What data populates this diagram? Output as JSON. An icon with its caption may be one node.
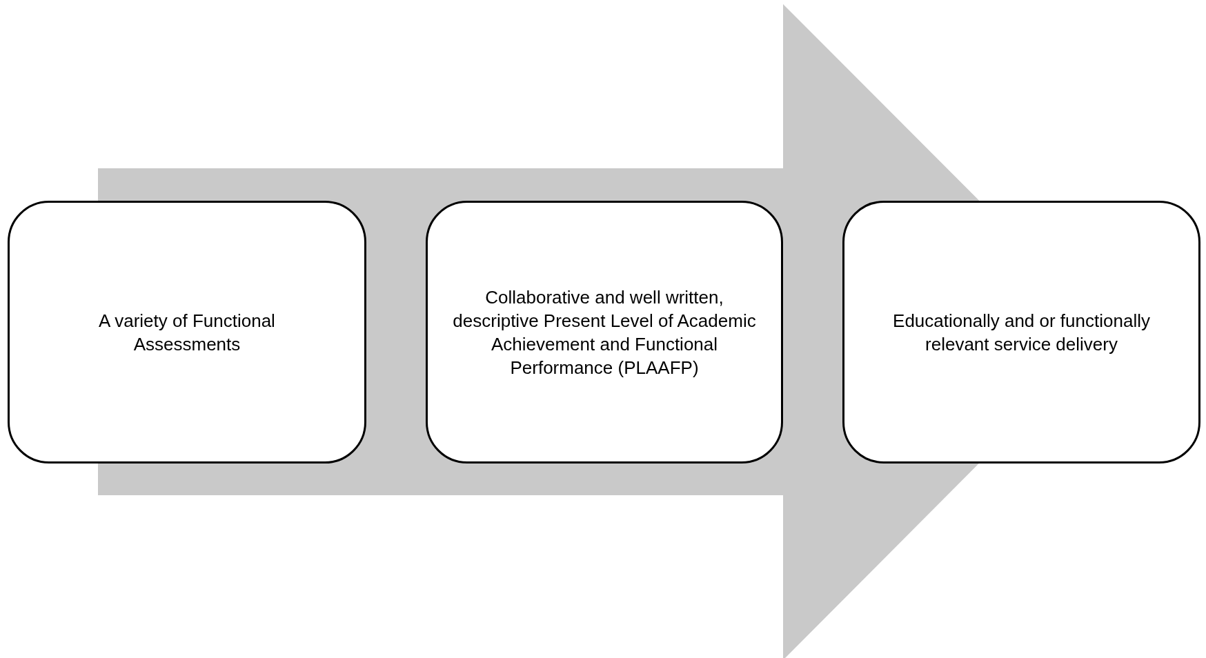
{
  "diagram": {
    "nodes": [
      {
        "text": [
          "A variety of Functional Assessments"
        ]
      },
      {
        "text": [
          "Collaborative and well written, descriptive Present Level of Academic Achievement and Functional Performance (PLAAFP)"
        ]
      },
      {
        "text": [
          "Educationally and or functionally relevant service delivery"
        ]
      }
    ],
    "edges": [
      {
        "from": 0,
        "to": 2,
        "arrow": "to"
      }
    ]
  }
}
